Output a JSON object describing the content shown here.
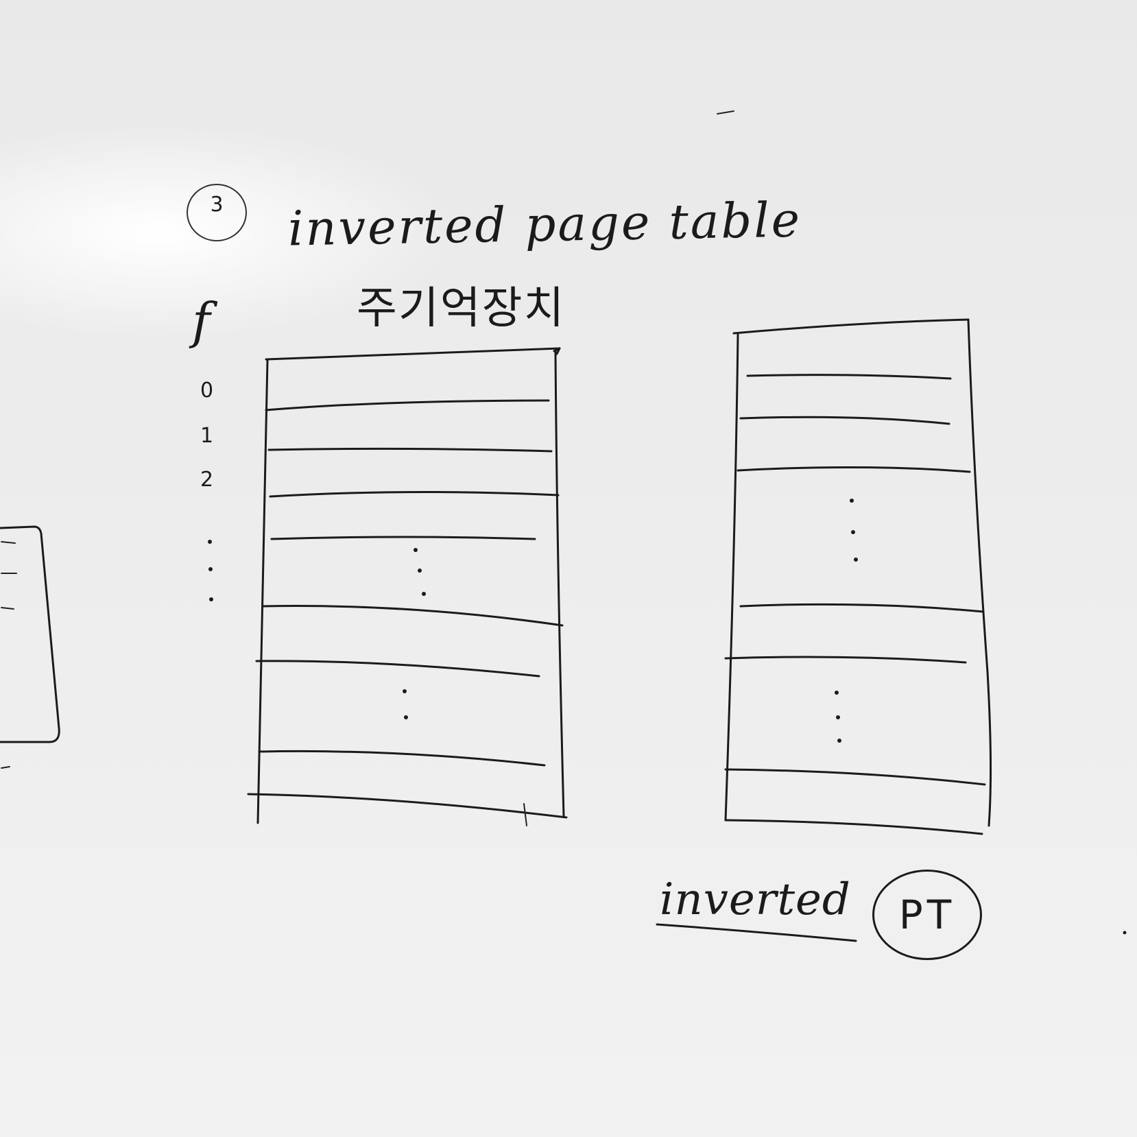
{
  "title": {
    "number": "3",
    "text": "inverted page table"
  },
  "main_memory": {
    "label": "주기억장치",
    "frame_axis_label": "f",
    "frame_indices": [
      "0",
      "1",
      "2"
    ]
  },
  "inverted_table": {
    "label": "inverted",
    "abbreviation": "PT"
  }
}
